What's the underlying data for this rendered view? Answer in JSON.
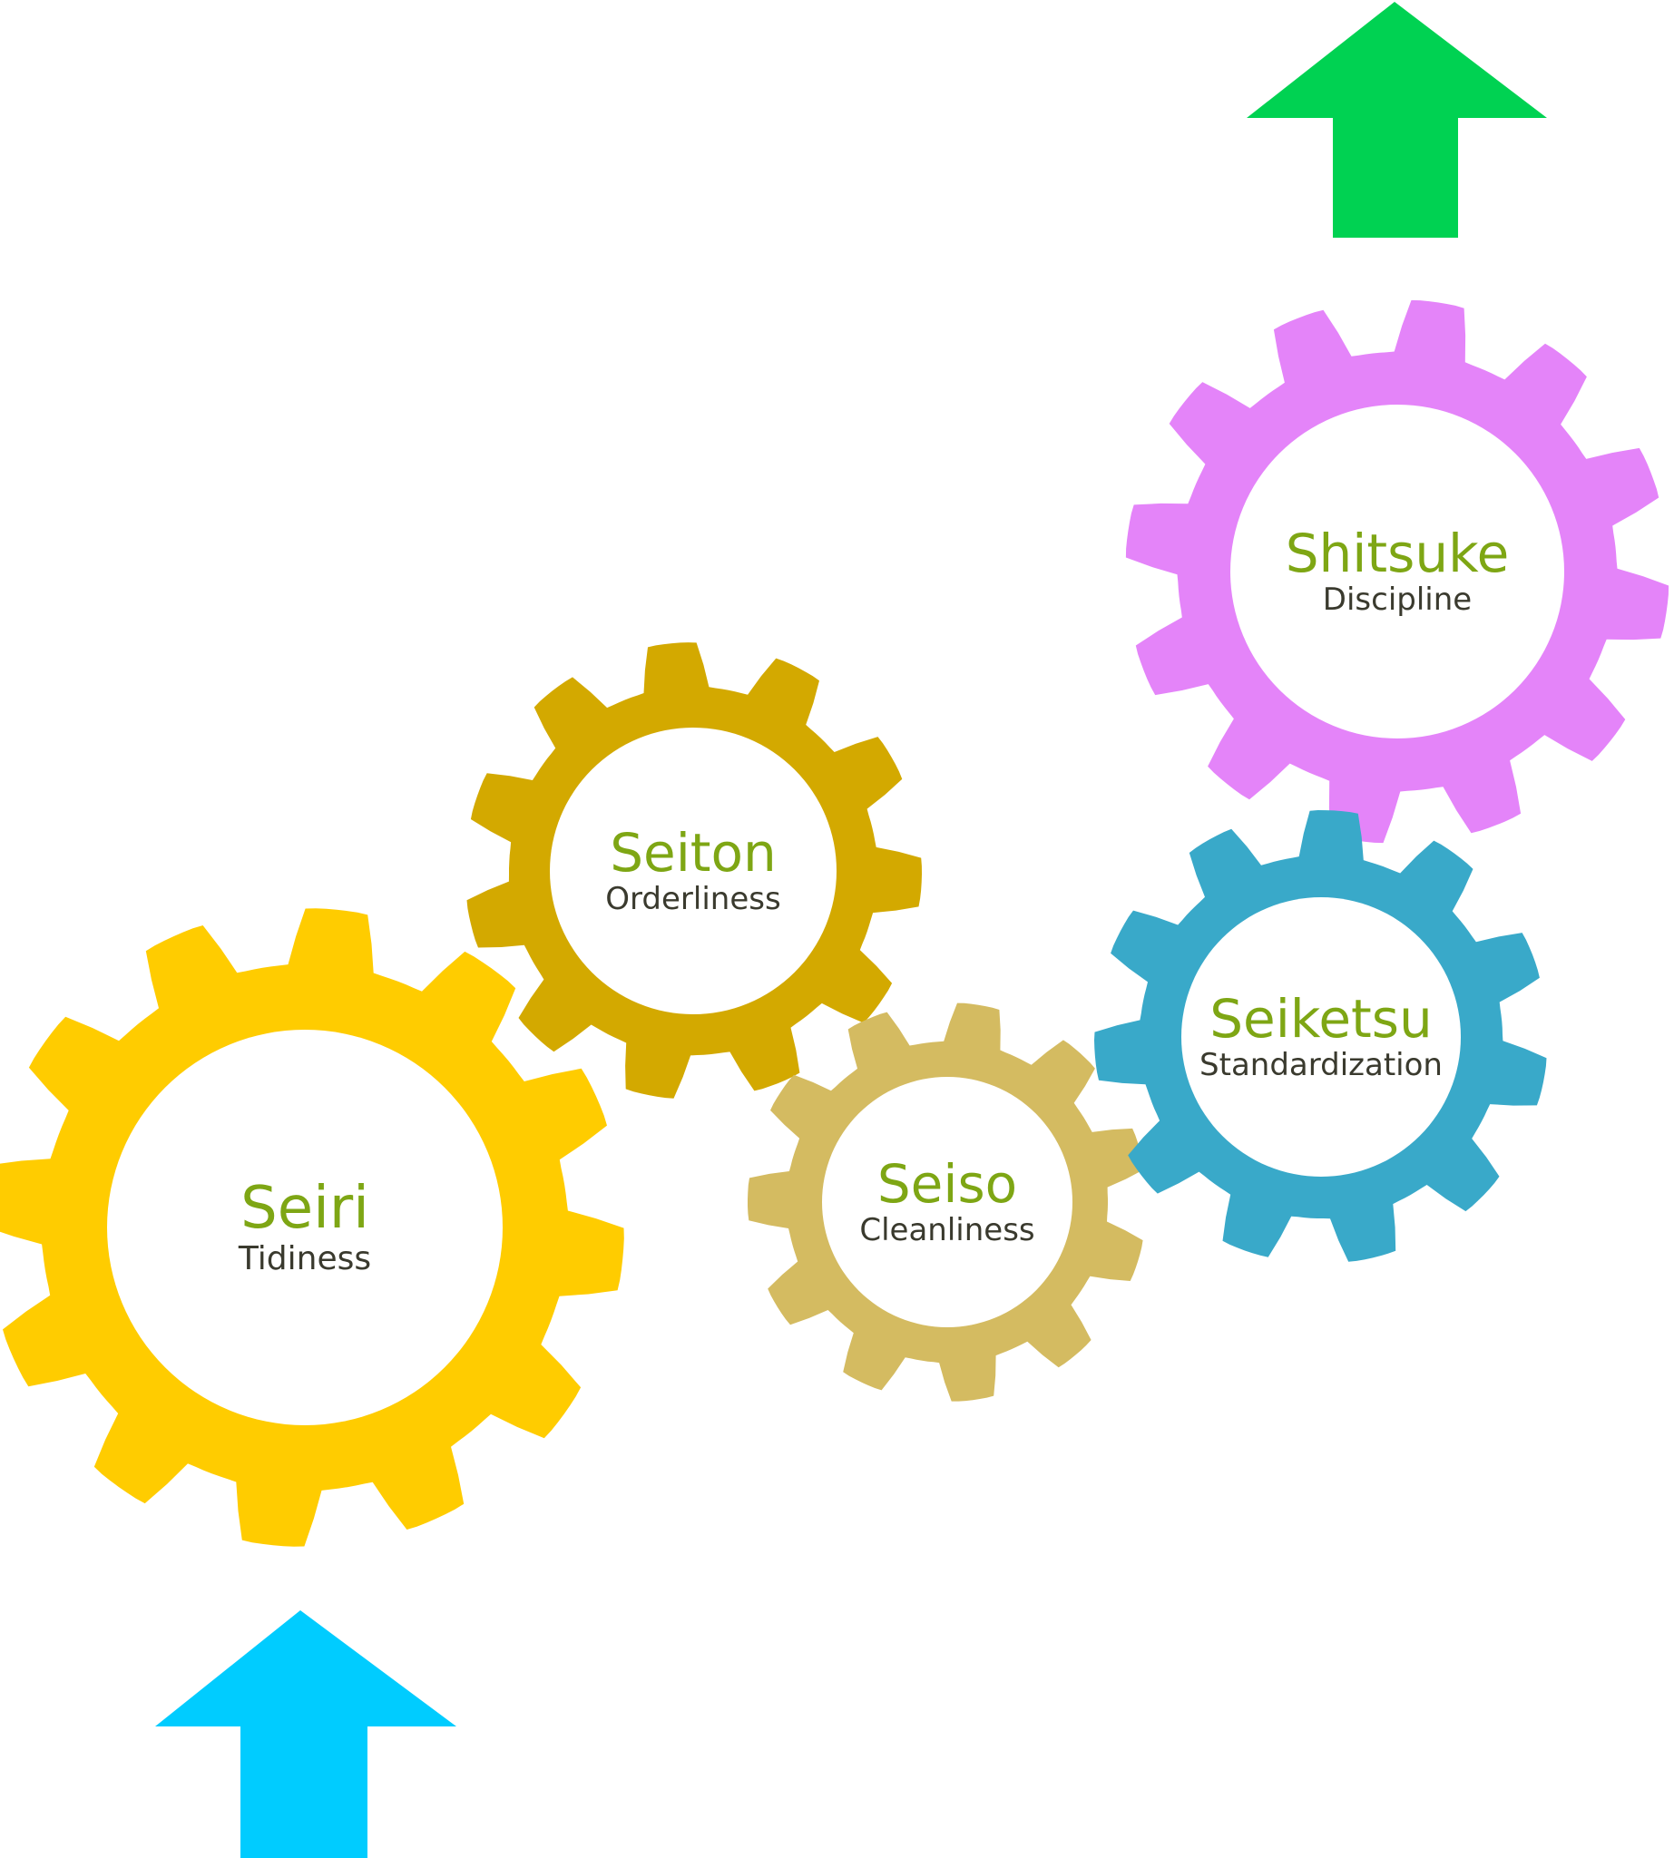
{
  "colors": {
    "background": "#ffffff",
    "title_text": "#7ea614",
    "subtitle_text": "#3a3a2e",
    "hole": "#ffffff"
  },
  "arrows": {
    "start": {
      "icon": "up-arrow-icon",
      "color": "#00ccff"
    },
    "end": {
      "icon": "up-arrow-icon",
      "color": "#00d252"
    }
  },
  "gears": [
    {
      "id": "seiri",
      "title": "Seiri",
      "subtitle": "Tidiness",
      "color": "#ffcc00",
      "icon": "gear-icon"
    },
    {
      "id": "seiton",
      "title": "Seiton",
      "subtitle": "Orderliness",
      "color": "#d3a900",
      "icon": "gear-icon"
    },
    {
      "id": "seiso",
      "title": "Seiso",
      "subtitle": "Cleanliness",
      "color": "#d4bb61",
      "icon": "gear-icon"
    },
    {
      "id": "seiketsu",
      "title": "Seiketsu",
      "subtitle": "Standardization",
      "color": "#39a9c9",
      "icon": "gear-icon"
    },
    {
      "id": "shitsuke",
      "title": "Shitsuke",
      "subtitle": "Discipline",
      "color": "#e484f9",
      "icon": "gear-icon"
    }
  ]
}
